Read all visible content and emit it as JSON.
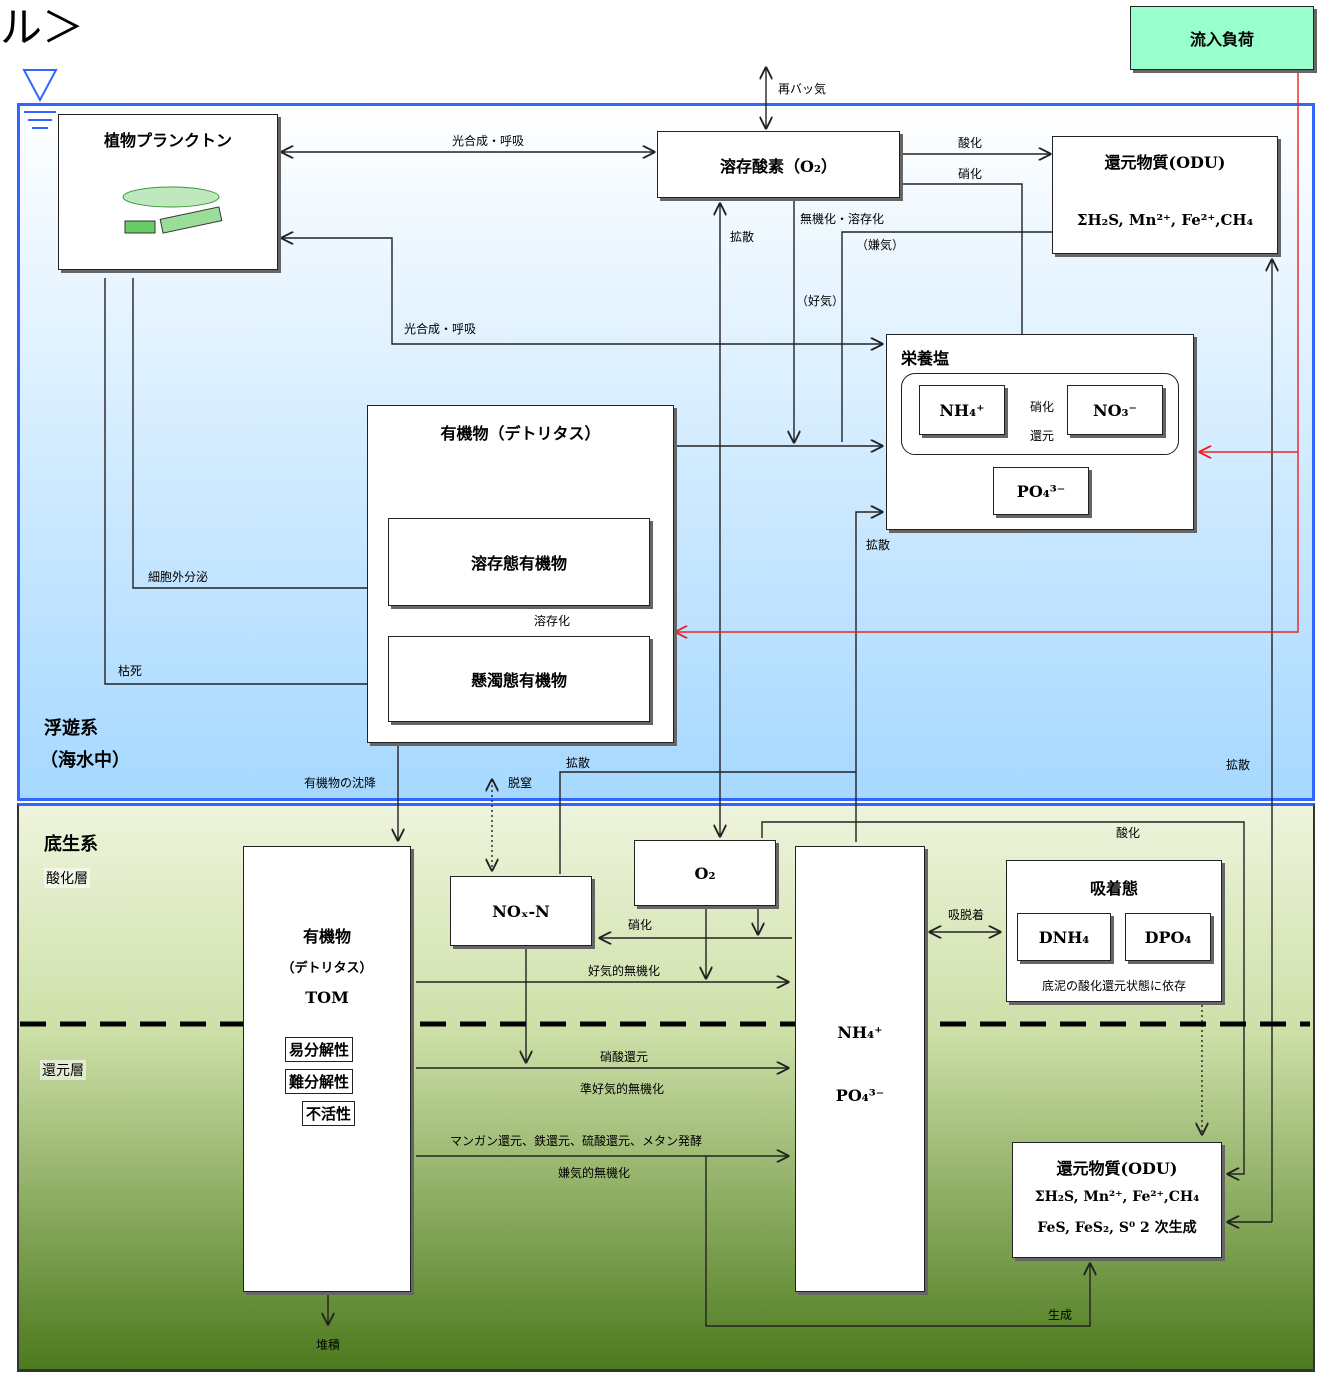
{
  "corner_title": "ル＞",
  "inflow_box": {
    "label": "流入負荷",
    "color": "#99ffcc"
  },
  "zones": {
    "water": {
      "name": "浮遊系",
      "sub": "（海水中）",
      "color_top": "#ffffff",
      "color_bottom": "#a6d8ff"
    },
    "bottom": {
      "name": "底生系",
      "oxidized": "酸化層",
      "reduced": "還元層",
      "color_top": "#e8f0d0",
      "color_bottom": "#4d7a1e"
    }
  },
  "boxes": {
    "phyto": {
      "title": "植物プランクトン"
    },
    "do": {
      "title": "溶存酸素（O₂）"
    },
    "odu_top": {
      "title": "還元物質(ODU)",
      "formula": "ΣH₂S, Mn²⁺, Fe²⁺,CH₄"
    },
    "nutrients": {
      "title": "栄養塩",
      "nh4": "NH₄⁺",
      "no3": "NO₃⁻",
      "po4": "PO₄³⁻"
    },
    "detritus": {
      "title": "有機物（デトリタス）",
      "dissolved": "溶存態有機物",
      "suspended": "懸濁態有機物"
    },
    "sed_org": {
      "title": "有機物",
      "sub": "（デトリタス）",
      "tom": "TOM",
      "labile": "易分解性",
      "refractory": "難分解性",
      "inert": "不活性"
    },
    "nox": {
      "title": "NOₓ-N"
    },
    "o2_sed": {
      "title": "O₂"
    },
    "sed_nut": {
      "nh4": "NH₄⁺",
      "po4": "PO₄³⁻"
    },
    "adsorbed": {
      "title": "吸着態",
      "dnh4": "DNH₄",
      "dpo4": "DPO₄",
      "note": "底泥の酸化還元状態に依存"
    },
    "odu_sed": {
      "title": "還元物質(ODU)",
      "line1": "ΣH₂S, Mn²⁺, Fe²⁺,CH₄",
      "line2": "FeS, FeS₂, S⁰ 2 次生成"
    }
  },
  "labels": {
    "reaeration": "再バッ気",
    "photo1": "光合成・呼吸",
    "photo2": "光合成・呼吸",
    "oxidation1": "酸化",
    "nitrification1": "硝化",
    "diffusion1": "拡散",
    "mineralization": "無機化・溶存化",
    "anaerobic": "（嫌気）",
    "aerobic": "（好気）",
    "nitrif_small": "硝化",
    "reduction_small": "還元",
    "diffusion2": "拡散",
    "exudation": "細胞外分泌",
    "dissolution": "溶存化",
    "death": "枯死",
    "settling": "有機物の沈降",
    "denitrification": "脱窒",
    "diffusion3": "拡散",
    "diffusion4": "拡散",
    "oxidation2": "酸化",
    "nitrification2": "硝化",
    "adsorption": "吸脱着",
    "aerobic_min": "好気的無機化",
    "nitrate_red": "硝酸還元",
    "semi_aerobic": "準好気的無機化",
    "redox_chain": "マンガン還元、鉄還元、硫酸還元、メタン発酵",
    "anaerobic_min": "嫌気的無機化",
    "generation": "生成",
    "burial": "堆積"
  },
  "colors": {
    "water_line": "#3366ff",
    "inflow_line": "#ee2222",
    "arrow": "#222222"
  }
}
